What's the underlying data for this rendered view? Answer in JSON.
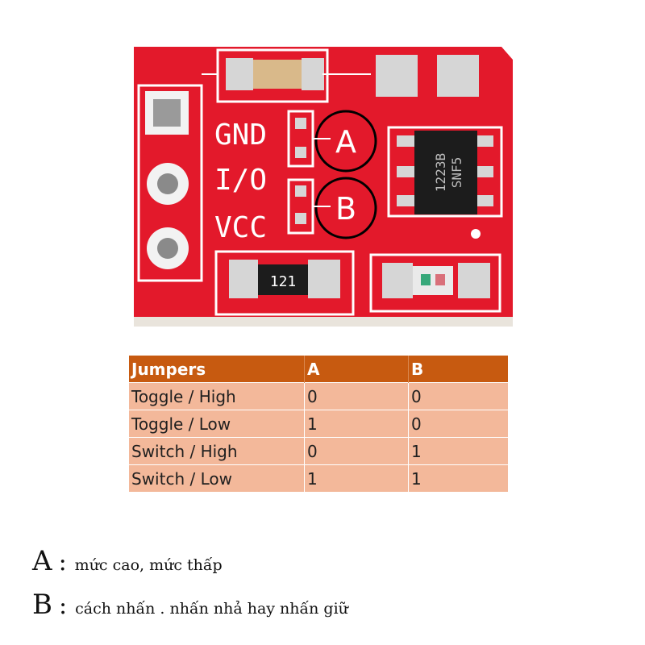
{
  "board": {
    "silkscreen_labels": [
      "GND",
      "I/O",
      "VCC"
    ],
    "jumper_labels": [
      "A",
      "B"
    ],
    "resistor_code": "121",
    "ic_marking": [
      "1223B",
      "SNF5"
    ],
    "colors": {
      "pcb": "#e3192b",
      "silkscreen": "#ffffff",
      "pad": "#d4d4d4",
      "ic": "#1c1c1c"
    }
  },
  "table": {
    "headers": [
      "Jumpers",
      "A",
      "B"
    ],
    "rows": [
      [
        "Toggle / High",
        "0",
        "0"
      ],
      [
        "Toggle / Low",
        "1",
        "0"
      ],
      [
        "Switch / High",
        "0",
        "1"
      ],
      [
        "Switch / Low",
        "1",
        "1"
      ]
    ],
    "colors": {
      "header_bg": "#c75a10",
      "row_bg": "#f3b89a"
    }
  },
  "legend": [
    {
      "key": "A",
      "text": "mức cao, mức thấp"
    },
    {
      "key": "B",
      "text": "cách nhấn . nhấn nhả hay nhấn giữ"
    }
  ]
}
